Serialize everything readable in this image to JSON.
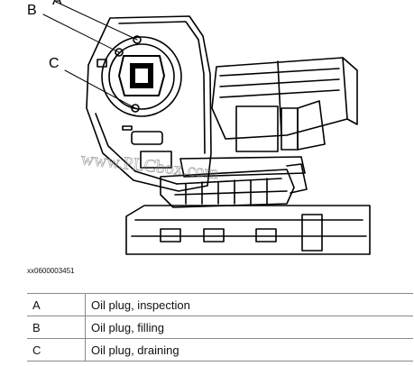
{
  "figure": {
    "callouts": [
      {
        "id": "A",
        "label": "A"
      },
      {
        "id": "B",
        "label": "B"
      },
      {
        "id": "C",
        "label": "C"
      }
    ],
    "watermark": "www.PLCbox.com",
    "figure_id": "xx0600003451"
  },
  "legend": {
    "rows": [
      {
        "key": "A",
        "text": "Oil plug, inspection"
      },
      {
        "key": "B",
        "text": "Oil plug, filling"
      },
      {
        "key": "C",
        "text": "Oil plug, draining"
      }
    ]
  }
}
